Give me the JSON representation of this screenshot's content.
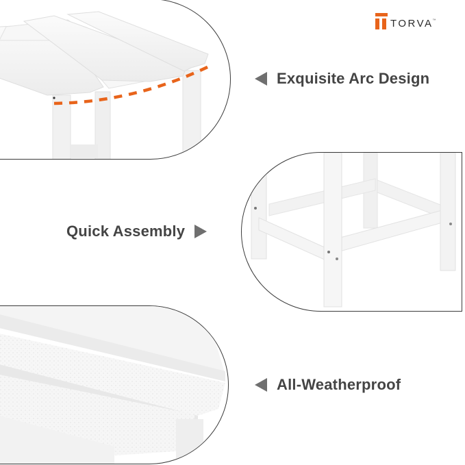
{
  "brand": {
    "name": "TORVA",
    "trademark": "™",
    "accent_color": "#e8641b",
    "text_color": "#2b2b2b"
  },
  "features": [
    {
      "label": "Exquisite Arc Design",
      "arrow": "triangle-left",
      "image": "table-top-arc-closeup"
    },
    {
      "label": "Quick Assembly",
      "arrow": "triangle-right",
      "image": "table-legs-frame-closeup"
    },
    {
      "label": "All-Weatherproof",
      "arrow": "triangle-left",
      "image": "wet-slats-closeup"
    }
  ],
  "colors": {
    "label_text": "#444444",
    "arrow": "#6f6f6f",
    "frame_border": "#3a3a3a",
    "arc_dash": "#e8641b",
    "product": "#f2f2f2"
  }
}
